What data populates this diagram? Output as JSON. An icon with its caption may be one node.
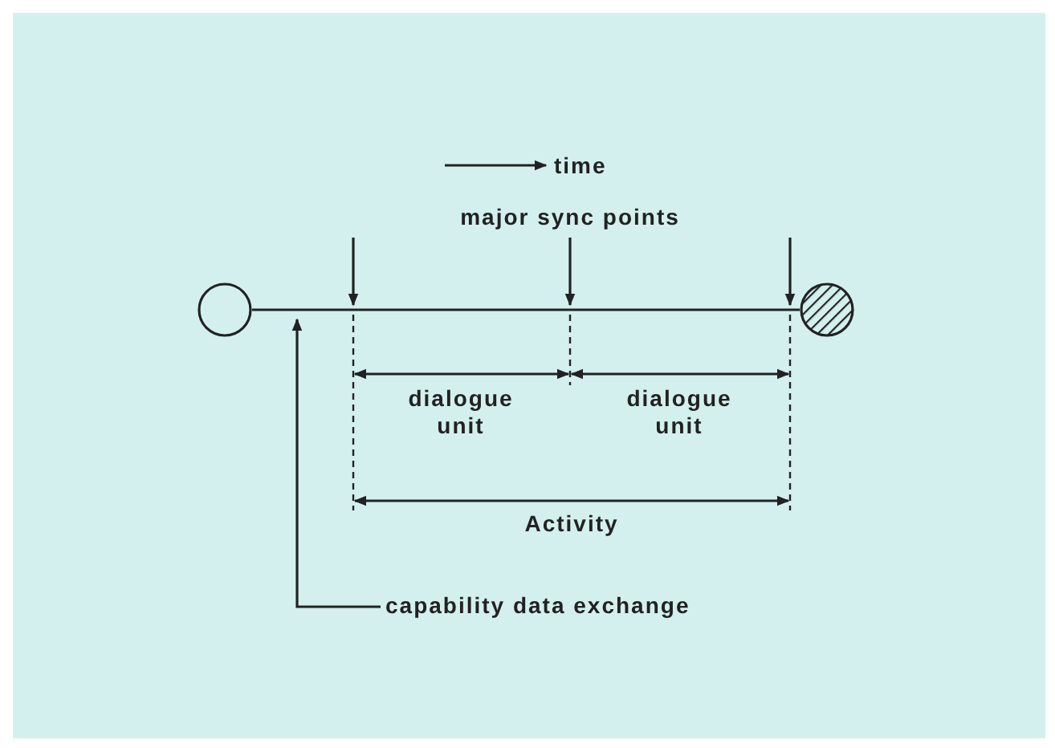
{
  "diagram": {
    "nodes": [
      {
        "text": [],
        "shape": "circle"
      },
      {
        "text": [],
        "shape": "circle"
      },
      {
        "text": [
          "capability data exchange"
        ]
      }
    ],
    "edges": [
      {
        "from": 0,
        "to": 1,
        "arrow": "none"
      },
      {
        "from": 2,
        "to": null,
        "arrow": "to"
      }
    ],
    "labels": [
      "time",
      "major sync points",
      "dialogue unit",
      "dialogue unit",
      "Activity"
    ]
  }
}
